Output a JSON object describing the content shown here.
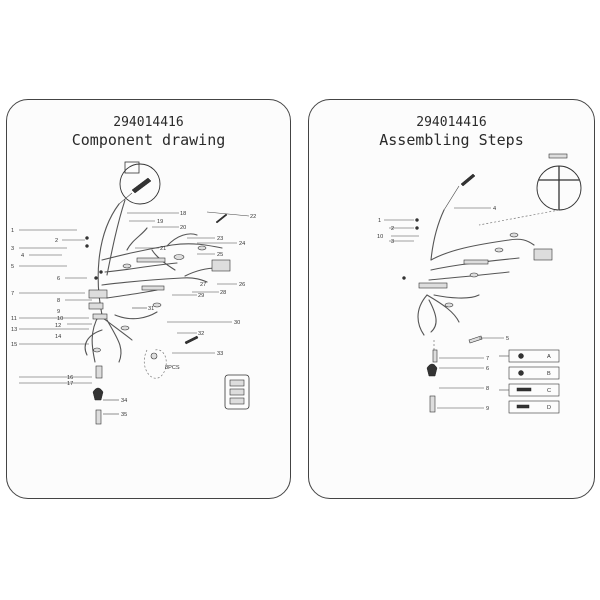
{
  "left_panel": {
    "code": "294014416",
    "subtitle": "Component drawing",
    "labels": [
      "1",
      "2",
      "3",
      "4",
      "5",
      "6",
      "7",
      "8",
      "9",
      "10",
      "11",
      "12",
      "13",
      "14",
      "15",
      "16",
      "17",
      "18",
      "19",
      "20",
      "21",
      "22",
      "23",
      "24",
      "25",
      "26",
      "27",
      "28",
      "29",
      "30",
      "31",
      "32",
      "33",
      "34",
      "35"
    ],
    "note": "8PCS"
  },
  "right_panel": {
    "code": "294014416",
    "subtitle": "Assembling Steps",
    "labels": [
      "1",
      "2",
      "3",
      "4",
      "5",
      "6",
      "7",
      "8",
      "9",
      "10"
    ],
    "steps": [
      "A",
      "B",
      "C",
      "D"
    ]
  }
}
